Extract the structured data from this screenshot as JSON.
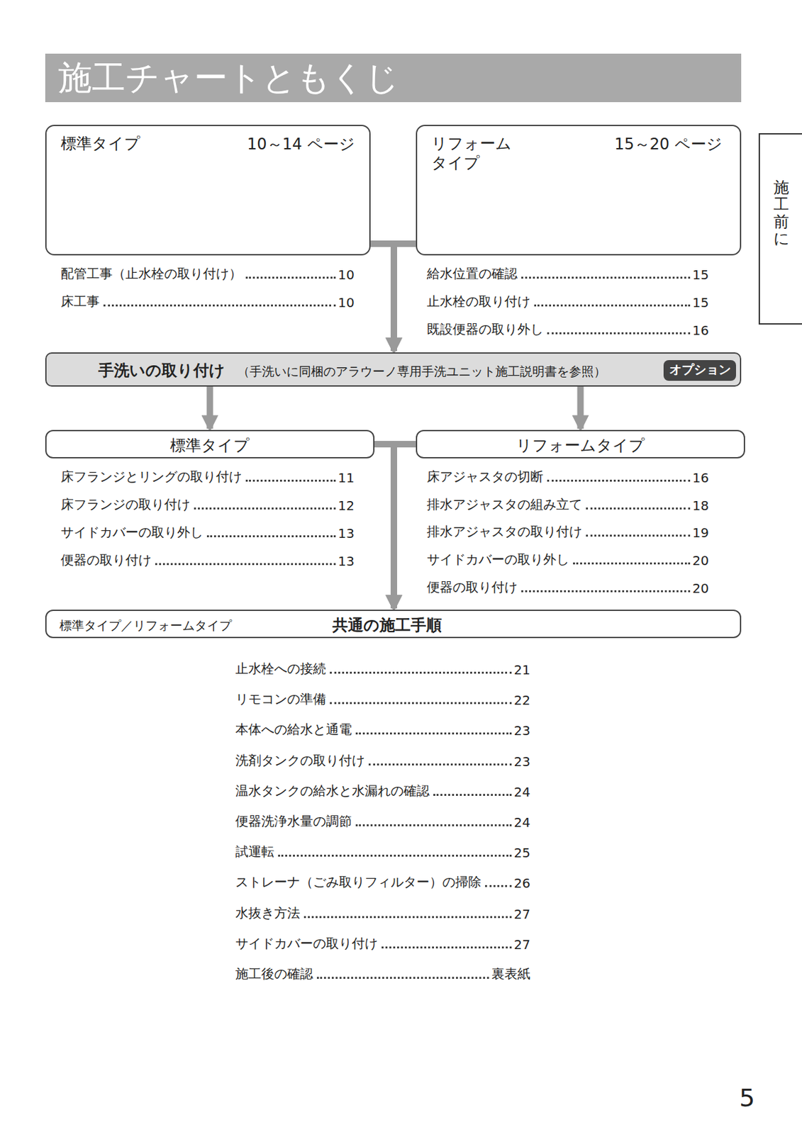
{
  "diagram": {
    "title": "施工チャートともくじ",
    "nodes": [
      {
        "text": [
          "標準タイプ",
          "10～14 ページ"
        ]
      },
      {
        "text": [
          "リフォーム タイプ",
          "15～20 ページ"
        ]
      },
      {
        "text": [
          "手洗いの取り付け",
          "（手洗いに同梱のアラウーノ専用手洗ユニット施工説明書を参照）"
        ]
      },
      {
        "text": [
          "オプション"
        ],
        "in": 2
      },
      {
        "text": [
          "標準タイプ"
        ]
      },
      {
        "text": [
          "リフォームタイプ"
        ]
      },
      {
        "text": [
          "標準タイプ／リフォームタイプ",
          "共通の施工手順"
        ]
      },
      {
        "text": [
          "施工前に"
        ]
      }
    ],
    "edges": [
      {
        "from": 0,
        "to": 2,
        "arrow": "to"
      },
      {
        "from": 1,
        "to": 2,
        "arrow": "to"
      },
      {
        "from": 2,
        "to": 4,
        "arrow": "to"
      },
      {
        "from": 2,
        "to": 5,
        "arrow": "to"
      },
      {
        "from": 4,
        "to": 6,
        "arrow": "to"
      },
      {
        "from": 5,
        "to": 6,
        "arrow": "to"
      }
    ],
    "labels": [
      "配管工事（止水栓の取り付け）",
      "10",
      "床工事",
      "10",
      "給水位置の確認",
      "15",
      "止水栓の取り付け",
      "15",
      "既設便器の取り外し",
      "16",
      "床フランジとリングの取り付け",
      "11",
      "床フランジの取り付け",
      "12",
      "サイドカバーの取り外し",
      "13",
      "便器の取り付け",
      "13",
      "床アジャスタの切断",
      "16",
      "排水アジャスタの組み立て",
      "18",
      "排水アジャスタの取り付け",
      "19",
      "サイドカバーの取り外し",
      "20",
      "便器の取り付け",
      "20",
      "止水栓への接続",
      "21",
      "リモコンの準備",
      "22",
      "本体への給水と通電",
      "23",
      "洗剤タンクの取り付け",
      "23",
      "温水タンクの給水と水漏れの確認",
      "24",
      "便器洗浄水量の調節",
      "24",
      "試運転",
      "25",
      "ストレーナ（ごみ取りフィルター）の掃除",
      "26",
      "水抜き方法",
      "27",
      "サイドカバーの取り付け",
      "27",
      "施工後の確認",
      "裏表紙",
      "5"
    ]
  }
}
